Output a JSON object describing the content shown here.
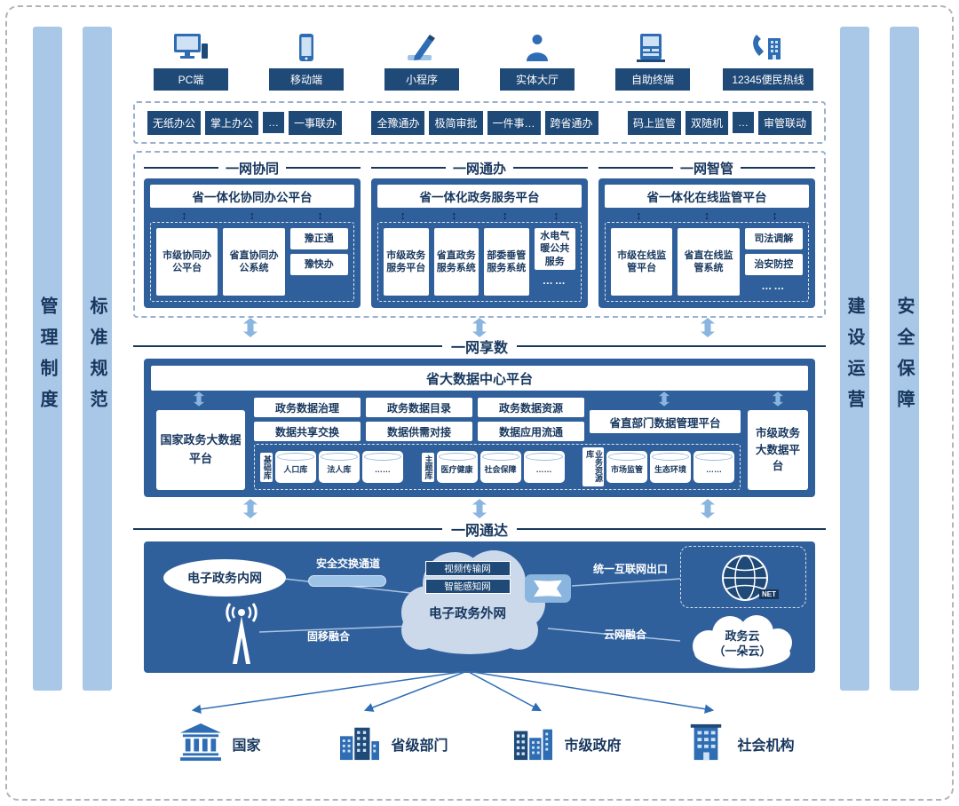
{
  "colors": {
    "sidebar_blue": "#a9c7e6",
    "panel_blue": "#30609c",
    "navy": "#17375e",
    "tag_navy": "#1f4977",
    "arrow_blue": "#8ab5df",
    "cloud_gray": "#ccd9eb",
    "line_blue": "#aac4e2"
  },
  "pillars": {
    "left": [
      "管理制度",
      "标准规范"
    ],
    "right": [
      "建设运营",
      "安全保障"
    ]
  },
  "channels": [
    {
      "label": "PC端",
      "icon": "desktop-icon"
    },
    {
      "label": "移动端",
      "icon": "mobile-icon"
    },
    {
      "label": "小程序",
      "icon": "miniprogram-pen-icon"
    },
    {
      "label": "实体大厅",
      "icon": "person-icon"
    },
    {
      "label": "自助终端",
      "icon": "kiosk-icon"
    },
    {
      "label": "12345便民热线",
      "icon": "hotline-icon"
    }
  ],
  "service_tags": {
    "group1": [
      "无纸办公",
      "掌上办公",
      "…",
      "一事联办"
    ],
    "group2": [
      "全豫通办",
      "极简审批",
      "一件事…",
      "跨省通办"
    ],
    "group3": [
      "码上监管",
      "双随机",
      "…",
      "审管联动"
    ]
  },
  "app_layer": {
    "columns": [
      {
        "title": "一网协同",
        "platform": "省一体化协同办公平台",
        "boxes": [
          "市级协同办公平台",
          "省直协同办公系统"
        ],
        "stacked": [
          "豫正通",
          "豫快办"
        ],
        "more": ""
      },
      {
        "title": "一网通办",
        "platform": "省一体化政务服务平台",
        "boxes": [
          "市级政务服务平台",
          "省直政务服务系统",
          "部委垂管服务系统"
        ],
        "stacked": [
          "水电气暖公共服务"
        ],
        "more": "……"
      },
      {
        "title": "一网智管",
        "platform": "省一体化在线监管平台",
        "boxes": [
          "市级在线监管平台",
          "省直在线监管系统"
        ],
        "stacked": [
          "司法调解",
          "治安防控"
        ],
        "more": "……"
      }
    ]
  },
  "data_layer": {
    "title": "一网享数",
    "platform": "省大数据中心平台",
    "national_platform": "国家政务大数据平台",
    "municipal_platform": "市级政务大数据平台",
    "department_platform": "省直部门数据管理平台",
    "functions": [
      "政务数据治理",
      "政务数据目录",
      "政务数据资源",
      "数据共享交换",
      "数据供需对接",
      "数据应用流通"
    ],
    "databases": [
      {
        "category": "基础库",
        "items": [
          "人口库",
          "法人库",
          "……"
        ]
      },
      {
        "category": "主题库",
        "items": [
          "医疗健康",
          "社会保障",
          "……"
        ]
      },
      {
        "category": "业务资源库",
        "items": [
          "市场监管",
          "生态环境",
          "……"
        ]
      }
    ]
  },
  "network_layer": {
    "title": "一网通达",
    "intranet": "电子政务内网",
    "secure_channel": "安全交换通道",
    "extranet": "电子政务外网",
    "extranet_nets": [
      "视频传输网",
      "智能感知网"
    ],
    "internet_exit": "统一互联网出口",
    "internet_badge": "NET",
    "cloud_fusion": "云网融合",
    "fixed_mobile_fusion": "固移融合",
    "gov_cloud_line1": "政务云",
    "gov_cloud_line2": "（一朵云）"
  },
  "destinations": [
    {
      "label": "国家",
      "icon": "bank-icon"
    },
    {
      "label": "省级部门",
      "icon": "province-buildings-icon"
    },
    {
      "label": "市级政府",
      "icon": "city-buildings-icon"
    },
    {
      "label": "社会机构",
      "icon": "organization-building-icon"
    }
  ]
}
